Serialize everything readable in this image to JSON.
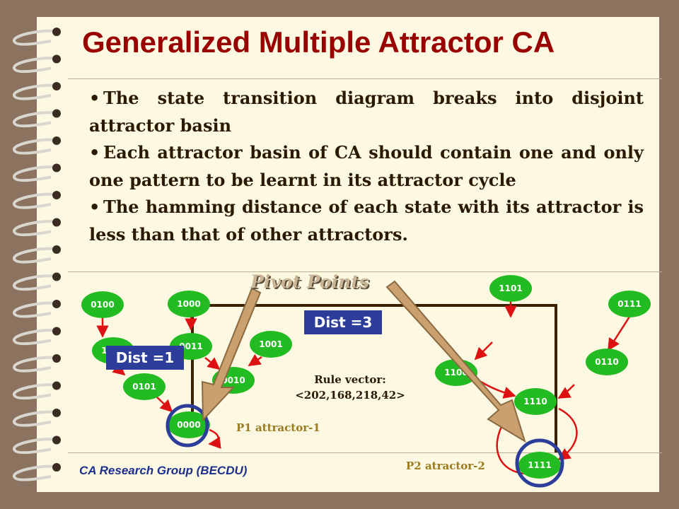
{
  "title": "Generalized Multiple Attractor CA",
  "bullets": [
    "The state transition diagram breaks into disjoint attractor basin",
    "Each attractor basin of CA should contain one and only one  pattern to be learnt in its attractor cycle",
    "The hamming distance of each state with its attractor is less than that of other attractors."
  ],
  "bullet_symbol": "•",
  "diagram": {
    "nodes": [
      "0100",
      "1000",
      "1101",
      "0111",
      "1100",
      "0011",
      "1001",
      "1100",
      "0110",
      "0101",
      "0010",
      "1110",
      "0000",
      "1111"
    ],
    "pivot_label": "Pivot Points",
    "dist1_label": "Dist =1",
    "dist3_label": "Dist =3",
    "rule_vector_caption": "Rule vector:",
    "rule_vector_value": "<202,168,218,42>",
    "p1_label": "P1 attractor-1",
    "p2_label": "P2 atractor-2"
  },
  "footer": {
    "group": "CA Research Group (BECDU)"
  },
  "colors": {
    "title": "#990000",
    "node_fill": "#22bb22",
    "edge": "#dd1111",
    "circle": "#2d3d9a",
    "frame": "#3a2100",
    "arrow": "#c9a06e"
  }
}
